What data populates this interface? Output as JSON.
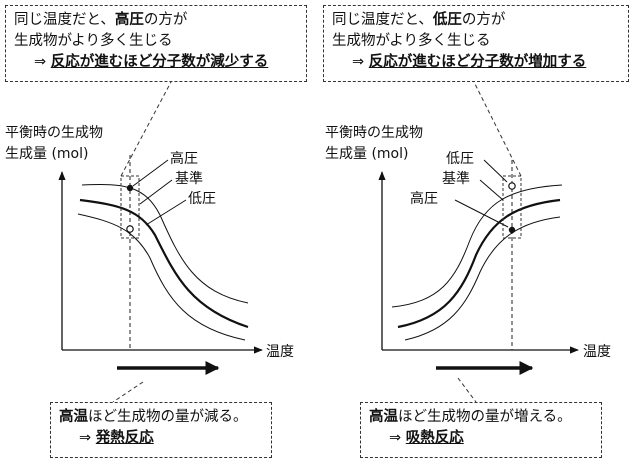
{
  "left": {
    "top_box": {
      "line1_pre": "同じ温度だと、",
      "line1_bold": "高圧",
      "line1_post": "の方が",
      "line2": "生成物がより多く生じる",
      "line3_arrow": "⇒",
      "line3_bold": "反応が進むほど分子数が減少する"
    },
    "ylabel_line1": "平衡時の生成物",
    "ylabel_line2": "生成量 (mol)",
    "xlabel": "温度",
    "curve_labels": [
      "高圧",
      "基準",
      "低圧"
    ],
    "bottom_box": {
      "line1_bold": "高温",
      "line1_post": "ほど生成物の量が減る。",
      "line2_arrow": "⇒",
      "line2_bold": "発熱反応"
    }
  },
  "right": {
    "top_box": {
      "line1_pre": "同じ温度だと、",
      "line1_bold": "低圧",
      "line1_post": "の方が",
      "line2": "生成物がより多く生じる",
      "line3_arrow": "⇒",
      "line3_bold": "反応が進むほど分子数が増加する"
    },
    "ylabel_line1": "平衡時の生成物",
    "ylabel_line2": "生成量 (mol)",
    "xlabel": "温度",
    "curve_labels": [
      "低圧",
      "基準",
      "高圧"
    ],
    "bottom_box": {
      "line1_bold": "高温",
      "line1_post": "ほど生成物の量が増える。",
      "line2_arrow": "⇒",
      "line2_bold": "吸熱反応"
    }
  },
  "colors": {
    "ink": "#111111",
    "dash": "#333333"
  }
}
